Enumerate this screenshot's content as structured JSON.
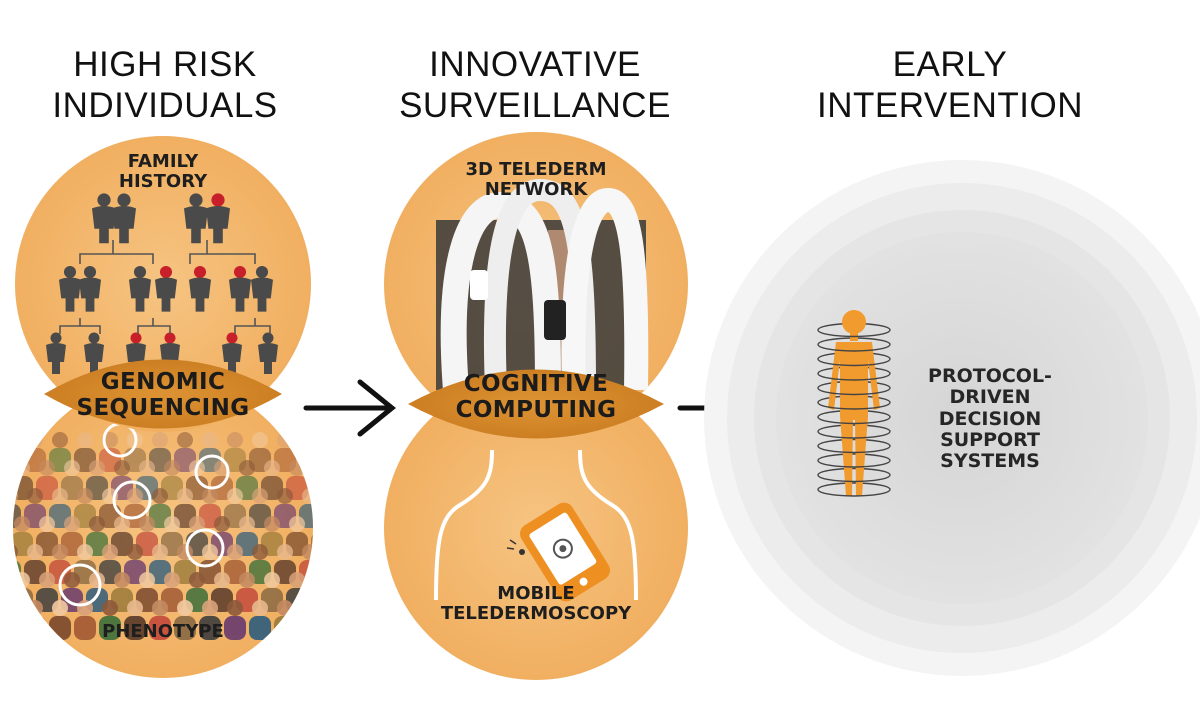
{
  "columns": [
    {
      "title_lines": [
        "HIGH RISK",
        "INDIVIDUALS"
      ]
    },
    {
      "title_lines": [
        "INNOVATIVE",
        "SURVEILLANCE"
      ]
    },
    {
      "title_lines": [
        "EARLY",
        "INTERVENTION"
      ]
    }
  ],
  "high_risk": {
    "family_history_lines": [
      "FAMILY",
      "HISTORY"
    ],
    "genomic_lines": [
      "GENOMIC",
      "SEQUENCING"
    ],
    "phenotype": "PHENOTYPE"
  },
  "surveillance": {
    "telederm_lines": [
      "3D TELEDERM",
      "NETWORK"
    ],
    "cognitive_lines": [
      "COGNITIVE",
      "COMPUTING"
    ],
    "mobile_lines": [
      "MOBILE",
      "TELEDERMOSCOPY"
    ]
  },
  "intervention": {
    "protocol_lines": [
      "PROTOCOL-DRIVEN",
      "DECISION SUPPORT",
      "SYSTEMS"
    ]
  },
  "colors": {
    "circle_orange": "#f3b56a",
    "lens_orange": "#d68a2c",
    "figure_gray": "#4a4a4a",
    "accent_red": "#c8202a",
    "body_orange": "#f19a2e",
    "arrow": "#111111"
  },
  "icons": [
    "family-tree-icon",
    "crowd-icon",
    "telederm-scanner-icon",
    "smartphone-icon",
    "body-scan-icon",
    "arrow-right-icon"
  ]
}
